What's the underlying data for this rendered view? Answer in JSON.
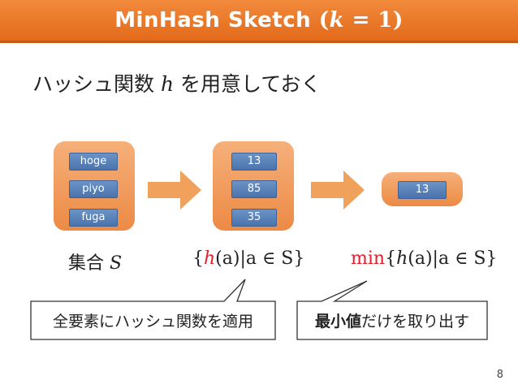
{
  "header": {
    "title_text": "MinHash Sketch",
    "title_math_open": "(",
    "title_math_var": "k",
    "title_math_rest": " = 1)"
  },
  "intro": {
    "prefix": "ハッシュ関数 ",
    "var": "h",
    "suffix": " を用意しておく"
  },
  "stage1": {
    "items": [
      "hoge",
      "piyo",
      "fuga"
    ],
    "label_prefix": "集合 ",
    "label_var": "S"
  },
  "stage2": {
    "items": [
      "13",
      "85",
      "35"
    ]
  },
  "stage3": {
    "items": [
      "13"
    ]
  },
  "formula2": {
    "open": "{",
    "h": "h",
    "arg": "(a)",
    "rest": "|a ∈ S}"
  },
  "formula3": {
    "min": "min",
    "open": "{",
    "h": "h",
    "arg": "(a)",
    "rest": "|a ∈ S}"
  },
  "callouts": {
    "left": "全要素にハッシュ関数を適用",
    "right_bold": "最小値",
    "right_rest": "だけを取り出す"
  },
  "footer": {
    "page": "8"
  },
  "colors": {
    "title_bar": "#e36a1b",
    "group_fill": "#ec8a45",
    "item_fill": "#4a74ad",
    "arrow_fill": "#f0a15c",
    "formula_red": "#e0202a"
  }
}
